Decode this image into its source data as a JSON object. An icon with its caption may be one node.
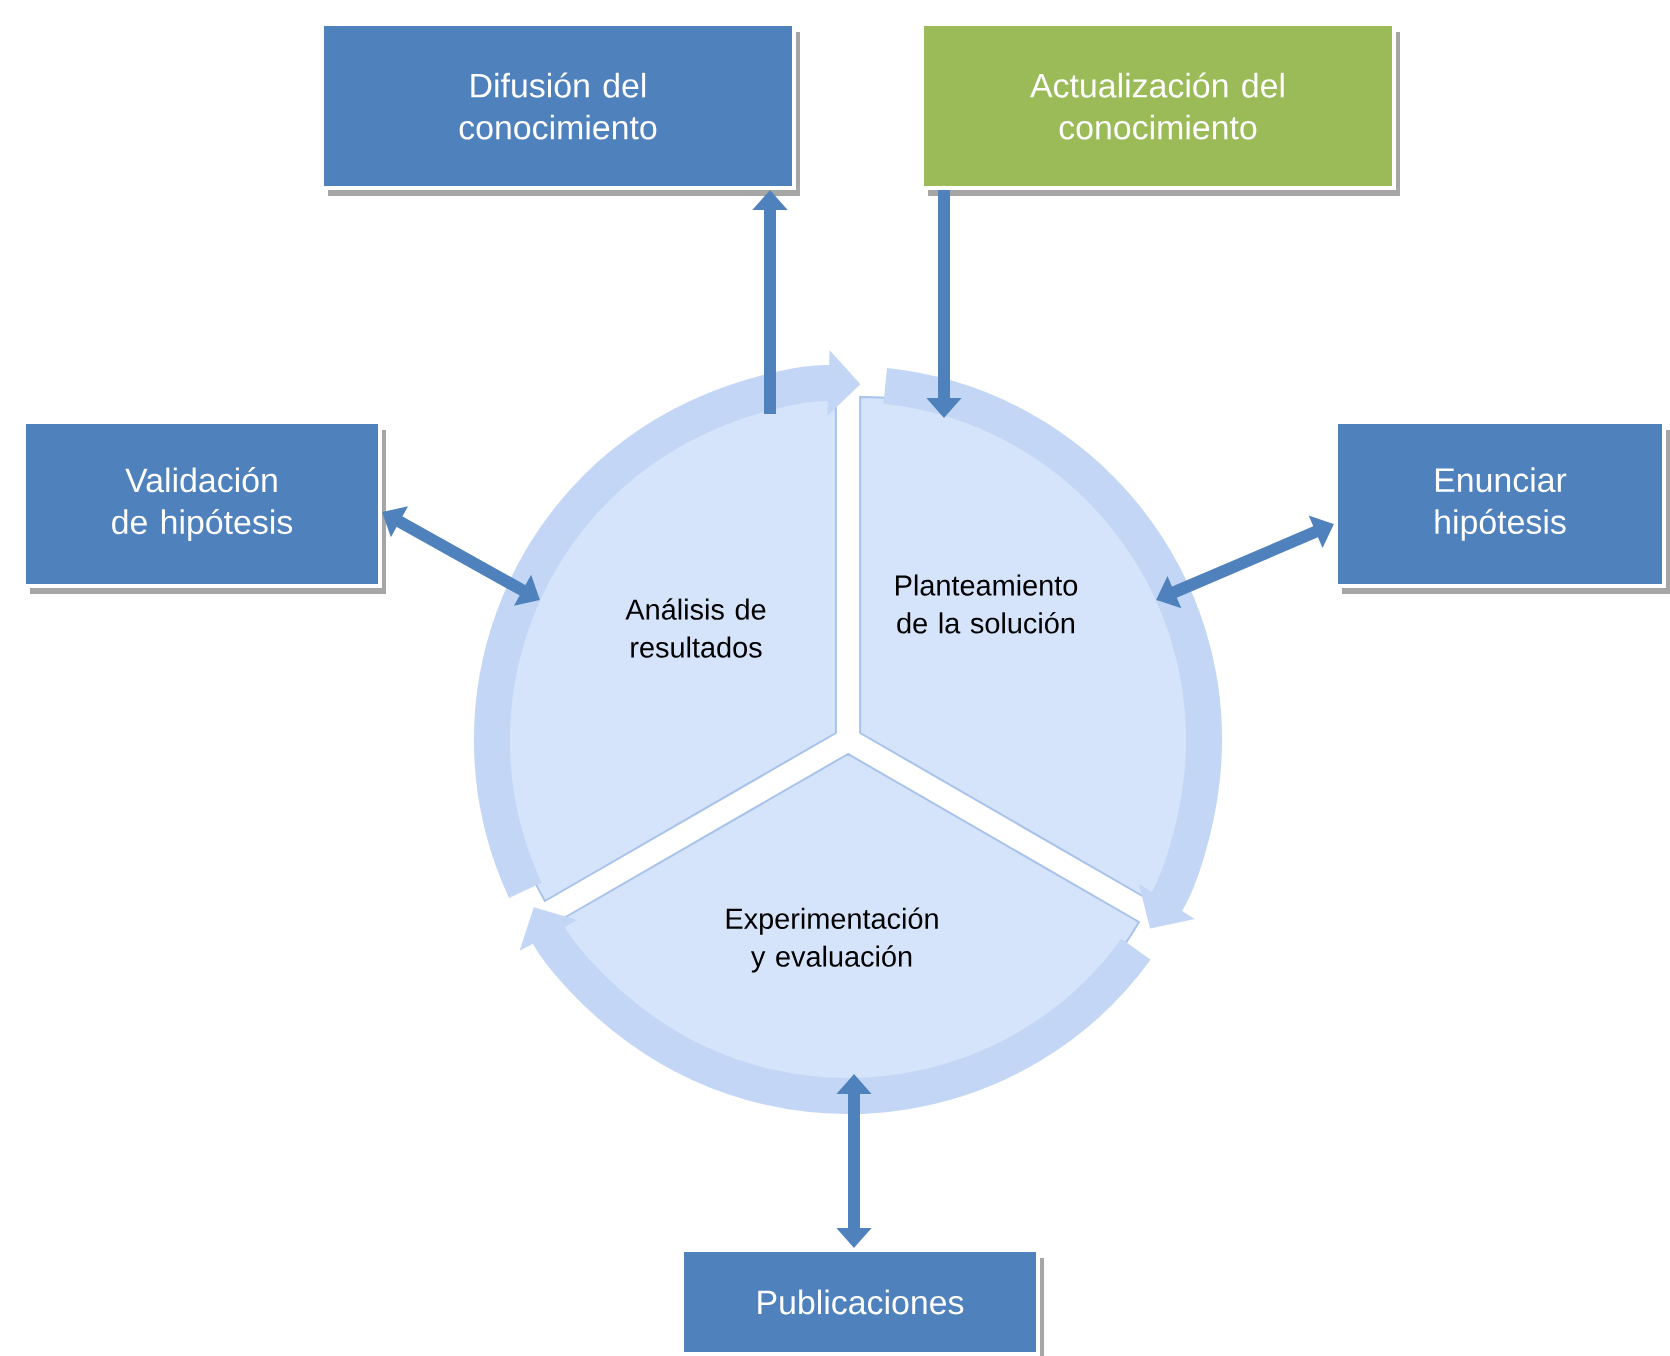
{
  "diagram": {
    "nodes": [
      {
        "text": [
          "Difusión del conocimiento"
        ]
      },
      {
        "text": [
          "Actualización del conocimiento"
        ]
      },
      {
        "text": [
          "Validación de hipótesis"
        ]
      },
      {
        "text": [
          "Análisis de resultados"
        ]
      },
      {
        "text": [
          "Planteamiento de la solución"
        ]
      },
      {
        "text": [
          "Enunciar hipótesis"
        ]
      },
      {
        "text": [
          "Experimentación y evaluación"
        ]
      },
      {
        "text": [
          "Publicaciones"
        ]
      }
    ],
    "edges": [
      {
        "from": 3,
        "to": 0,
        "arrow": "to"
      },
      {
        "from": 1,
        "to": 4,
        "arrow": "to"
      },
      {
        "from": 2,
        "to": 3,
        "arrow": "both"
      },
      {
        "from": 4,
        "to": 5,
        "arrow": "both"
      },
      {
        "from": 6,
        "to": 7,
        "arrow": "both"
      },
      {
        "from": 3,
        "to": 4,
        "arrow": "to",
        "style": "thick",
        "color": "#c3d6f5"
      },
      {
        "from": 4,
        "to": 6,
        "arrow": "to",
        "style": "thick",
        "color": "#c3d6f5"
      },
      {
        "from": 6,
        "to": 3,
        "arrow": "to",
        "style": "thick",
        "color": "#c3d6f5"
      }
    ]
  }
}
